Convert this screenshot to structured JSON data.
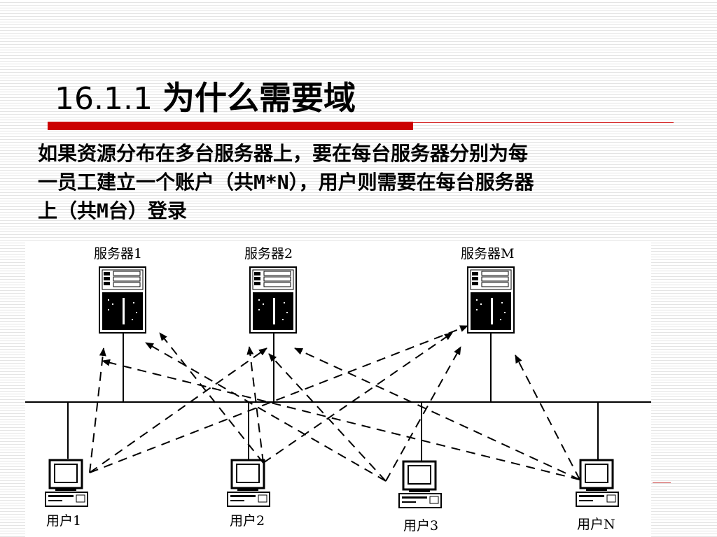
{
  "title": {
    "number": "16.1.1",
    "text": "为什么需要域"
  },
  "body": {
    "lines": [
      "如果资源分布在多台服务器上，要在每台服务器分别为每",
      "一员工建立一个账户（共M*N），用户则需要在每台服务器",
      "上（共M台）登录"
    ]
  },
  "diagram": {
    "servers": [
      {
        "id": "server-1",
        "label": "服务器1"
      },
      {
        "id": "server-2",
        "label": "服务器2"
      },
      {
        "id": "server-m",
        "label": "服务器M"
      }
    ],
    "users": [
      {
        "id": "user-1",
        "label": "用户1"
      },
      {
        "id": "user-2",
        "label": "用户2"
      },
      {
        "id": "user-3",
        "label": "用户3"
      },
      {
        "id": "user-n",
        "label": "用户N"
      }
    ],
    "connections": [
      {
        "from": "user-1",
        "to": "server-1"
      },
      {
        "from": "user-1",
        "to": "server-2"
      },
      {
        "from": "user-1",
        "to": "server-m"
      },
      {
        "from": "user-2",
        "to": "server-1"
      },
      {
        "from": "user-2",
        "to": "server-2"
      },
      {
        "from": "user-2",
        "to": "server-m"
      },
      {
        "from": "user-3",
        "to": "server-1"
      },
      {
        "from": "user-3",
        "to": "server-2"
      },
      {
        "from": "user-3",
        "to": "server-m"
      },
      {
        "from": "user-n",
        "to": "server-1"
      },
      {
        "from": "user-n",
        "to": "server-2"
      },
      {
        "from": "user-n",
        "to": "server-m"
      }
    ]
  },
  "colors": {
    "accent": "#cc0000",
    "line": "#000000"
  }
}
